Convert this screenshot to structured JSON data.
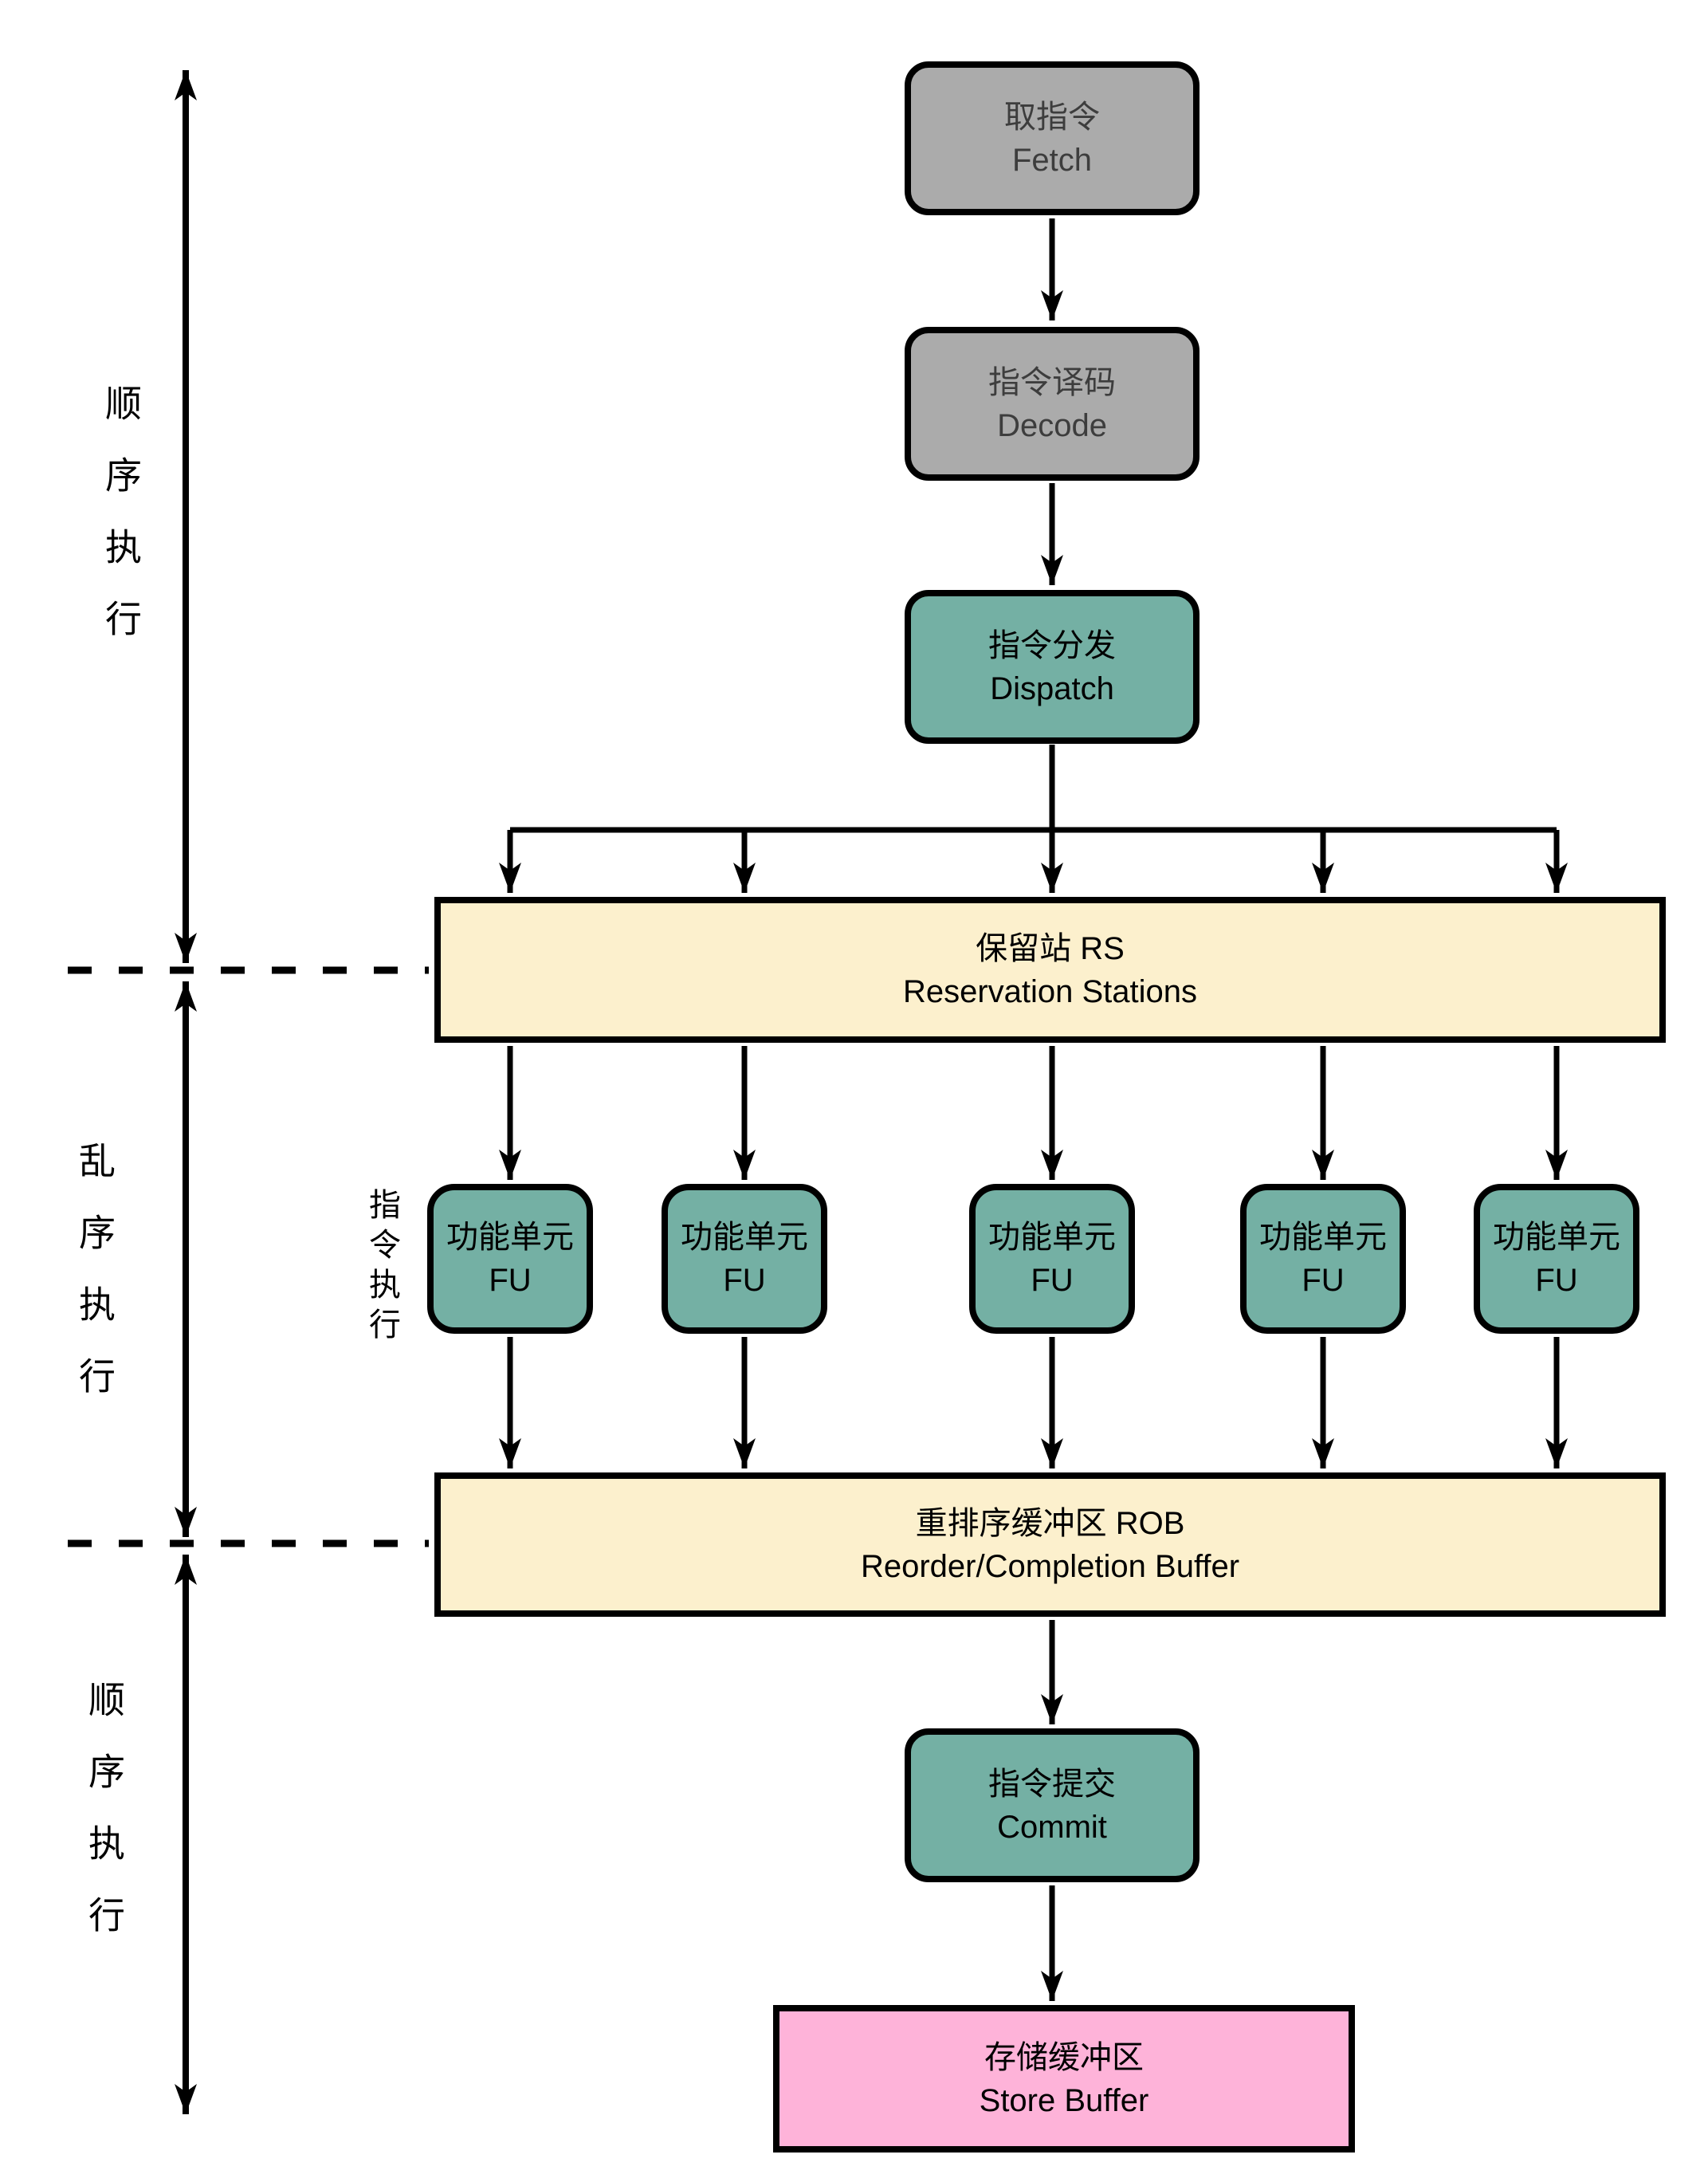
{
  "diagram": {
    "kind": "cpu-out-of-order-pipeline-flowchart",
    "nodes": {
      "fetch": {
        "zh": "取指令",
        "en": "Fetch"
      },
      "decode": {
        "zh": "指令译码",
        "en": "Decode"
      },
      "dispatch": {
        "zh": "指令分发",
        "en": "Dispatch"
      },
      "reservation_stations": {
        "zh": "保留站 RS",
        "en": "Reservation Stations"
      },
      "functional_unit": {
        "zh": "功能单元",
        "en": "FU"
      },
      "reorder_buffer": {
        "zh": "重排序缓冲区 ROB",
        "en": "Reorder/Completion Buffer"
      },
      "commit": {
        "zh": "指令提交",
        "en": "Commit"
      },
      "store_buffer": {
        "zh": "存储缓冲区",
        "en": "Store Buffer"
      }
    },
    "functional_unit_count": 5,
    "side_labels": {
      "in_order_top": "顺序执行",
      "out_of_order": "乱序执行",
      "in_order_bottom": "顺序执行",
      "execute_label": "指令执行"
    },
    "colors": {
      "stage_gray": "#ABABAB",
      "stage_gray_text": "#3D3D3D",
      "accent_teal": "#74B0A4",
      "buffer_cream": "#FCF0CD",
      "store_pink": "#FEB3D9",
      "line_black": "#000000",
      "background": "#FFFFFF"
    }
  }
}
